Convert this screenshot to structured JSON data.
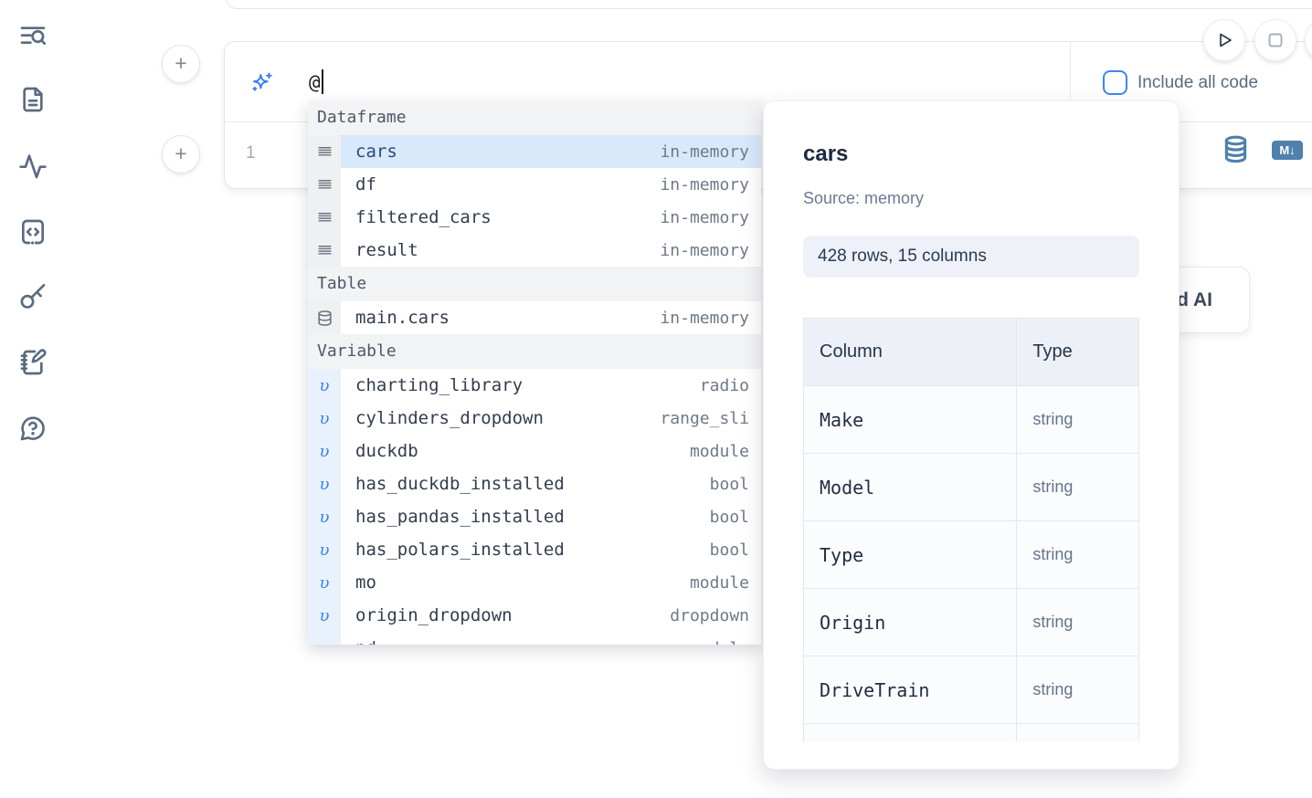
{
  "sidebar": {
    "icons": [
      {
        "name": "search-list"
      },
      {
        "name": "file-document"
      },
      {
        "name": "activity"
      },
      {
        "name": "code-snippet"
      },
      {
        "name": "key"
      },
      {
        "name": "scratchpad-pen"
      },
      {
        "name": "help-chat"
      }
    ]
  },
  "cell": {
    "prompt_value": "@",
    "ai_icon": "sparkles-icon",
    "include_all_code_label": "Include all code",
    "checkbox_checked": false,
    "line_number": "1",
    "run_icon": "play-icon",
    "stop_icon": "stop-icon",
    "convert_icons": [
      "database-icon",
      "markdown-icon"
    ],
    "markdown_badge_text": "M↓"
  },
  "autocomplete": {
    "sections": [
      {
        "label": "Dataframe",
        "icon": "rows-icon",
        "items": [
          {
            "name": "cars",
            "type": "in-memory",
            "selected": true
          },
          {
            "name": "df",
            "type": "in-memory",
            "selected": false
          },
          {
            "name": "filtered_cars",
            "type": "in-memory",
            "selected": false
          },
          {
            "name": "result",
            "type": "in-memory",
            "selected": false
          }
        ]
      },
      {
        "label": "Table",
        "icon": "database-icon",
        "items": [
          {
            "name": "main.cars",
            "type": "in-memory",
            "selected": false
          }
        ]
      },
      {
        "label": "Variable",
        "icon": "variable-icon",
        "items": [
          {
            "name": "charting_library",
            "type": "radio",
            "selected": false
          },
          {
            "name": "cylinders_dropdown",
            "type": "range_sli",
            "selected": false
          },
          {
            "name": "duckdb",
            "type": "module",
            "selected": false
          },
          {
            "name": "has_duckdb_installed",
            "type": "bool",
            "selected": false
          },
          {
            "name": "has_pandas_installed",
            "type": "bool",
            "selected": false
          },
          {
            "name": "has_polars_installed",
            "type": "bool",
            "selected": false
          },
          {
            "name": "mo",
            "type": "module",
            "selected": false
          },
          {
            "name": "origin_dropdown",
            "type": "dropdown",
            "selected": false
          },
          {
            "name": "pd",
            "type": "module",
            "selected": false
          }
        ]
      }
    ]
  },
  "preview": {
    "title": "cars",
    "source": "Source: memory",
    "shape": "428 rows, 15 columns",
    "table": {
      "headers": [
        "Column",
        "Type"
      ],
      "rows": [
        [
          "Make",
          "string"
        ],
        [
          "Model",
          "string"
        ],
        [
          "Type",
          "string"
        ],
        [
          "Origin",
          "string"
        ],
        [
          "DriveTrain",
          "string"
        ]
      ]
    }
  },
  "ai_button_fragment": "d AI",
  "colors": {
    "accent_blue": "#3b82f6",
    "selection_highlight": "#d8e9fb",
    "steel_blue_icons": "#4e81ab",
    "checkbox_border": "#3e86f0",
    "section_header_bg": "#f2f3f5",
    "badge_bg": "#eef2f8",
    "table_header_bg": "#edf1f7"
  }
}
